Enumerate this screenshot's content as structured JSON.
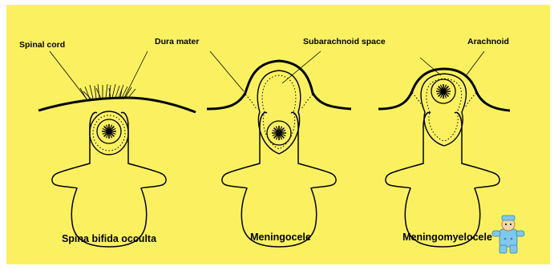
{
  "colors": {
    "background": "#fbf160",
    "ink": "#000000",
    "mascot_blue": "#7ec8ec"
  },
  "labels": {
    "spinal_cord": "Spinal cord",
    "dura_mater": "Dura mater",
    "subarachnoid_space": "Subarachnoid space",
    "arachnoid": "Arachnoid"
  },
  "captions": {
    "occulta": "Spina bifida occulta",
    "meningocele": "Meningocele",
    "meningomyelocele": "Meningomyelocele"
  },
  "icons": {
    "mascot": "doctor-mascot-icon"
  }
}
